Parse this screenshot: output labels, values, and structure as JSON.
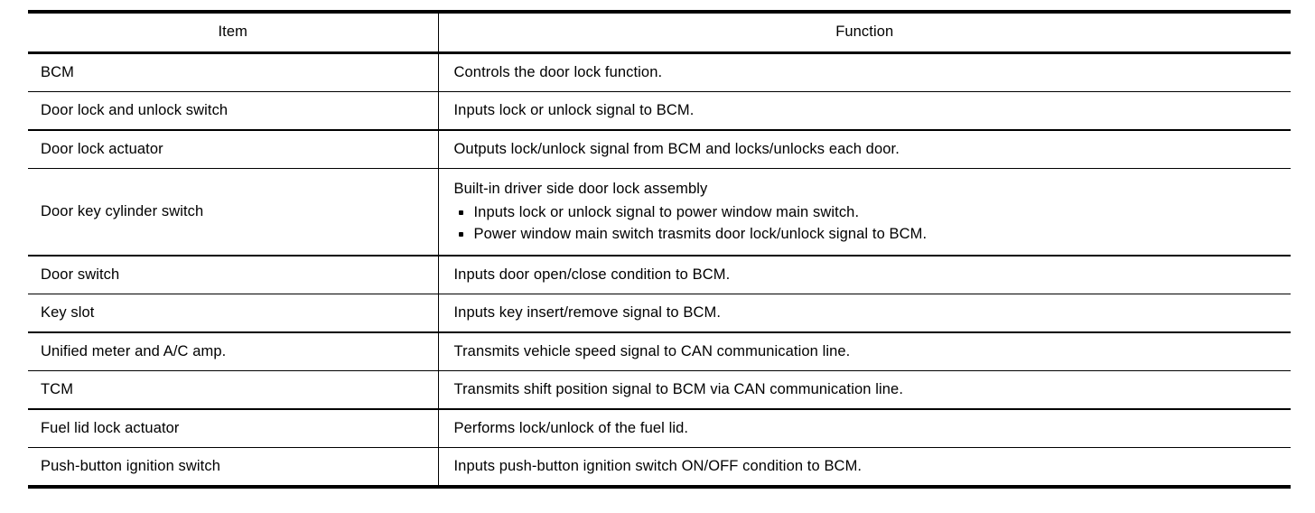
{
  "table": {
    "columns": [
      "Item",
      "Function"
    ],
    "rows": [
      {
        "item": "BCM",
        "function": "Controls the door lock function."
      },
      {
        "item": "Door lock and unlock switch",
        "function": "Inputs lock or unlock signal to BCM."
      },
      {
        "item": "Door lock actuator",
        "function": "Outputs lock/unlock signal from BCM and locks/unlocks each door."
      },
      {
        "item": "Door key cylinder switch",
        "function_lead": "Built-in driver side door lock assembly",
        "function_bullets": [
          "Inputs lock or unlock signal to power window main switch.",
          "Power window main switch trasmits door lock/unlock signal to BCM."
        ]
      },
      {
        "item": "Door switch",
        "function": "Inputs door open/close condition to BCM."
      },
      {
        "item": "Key slot",
        "function": "Inputs key insert/remove signal to BCM."
      },
      {
        "item": "Unified meter and A/C amp.",
        "function": "Transmits vehicle speed signal to CAN communication line."
      },
      {
        "item": "TCM",
        "function": "Transmits shift position signal to BCM via CAN communication line."
      },
      {
        "item": "Fuel lid lock actuator",
        "function": "Performs lock/unlock of the fuel lid."
      },
      {
        "item": "Push-button ignition switch",
        "function": "Inputs push-button ignition switch ON/OFF condition to BCM."
      }
    ]
  },
  "colors": {
    "rule": "#000000",
    "text": "#000000",
    "background": "#ffffff"
  }
}
